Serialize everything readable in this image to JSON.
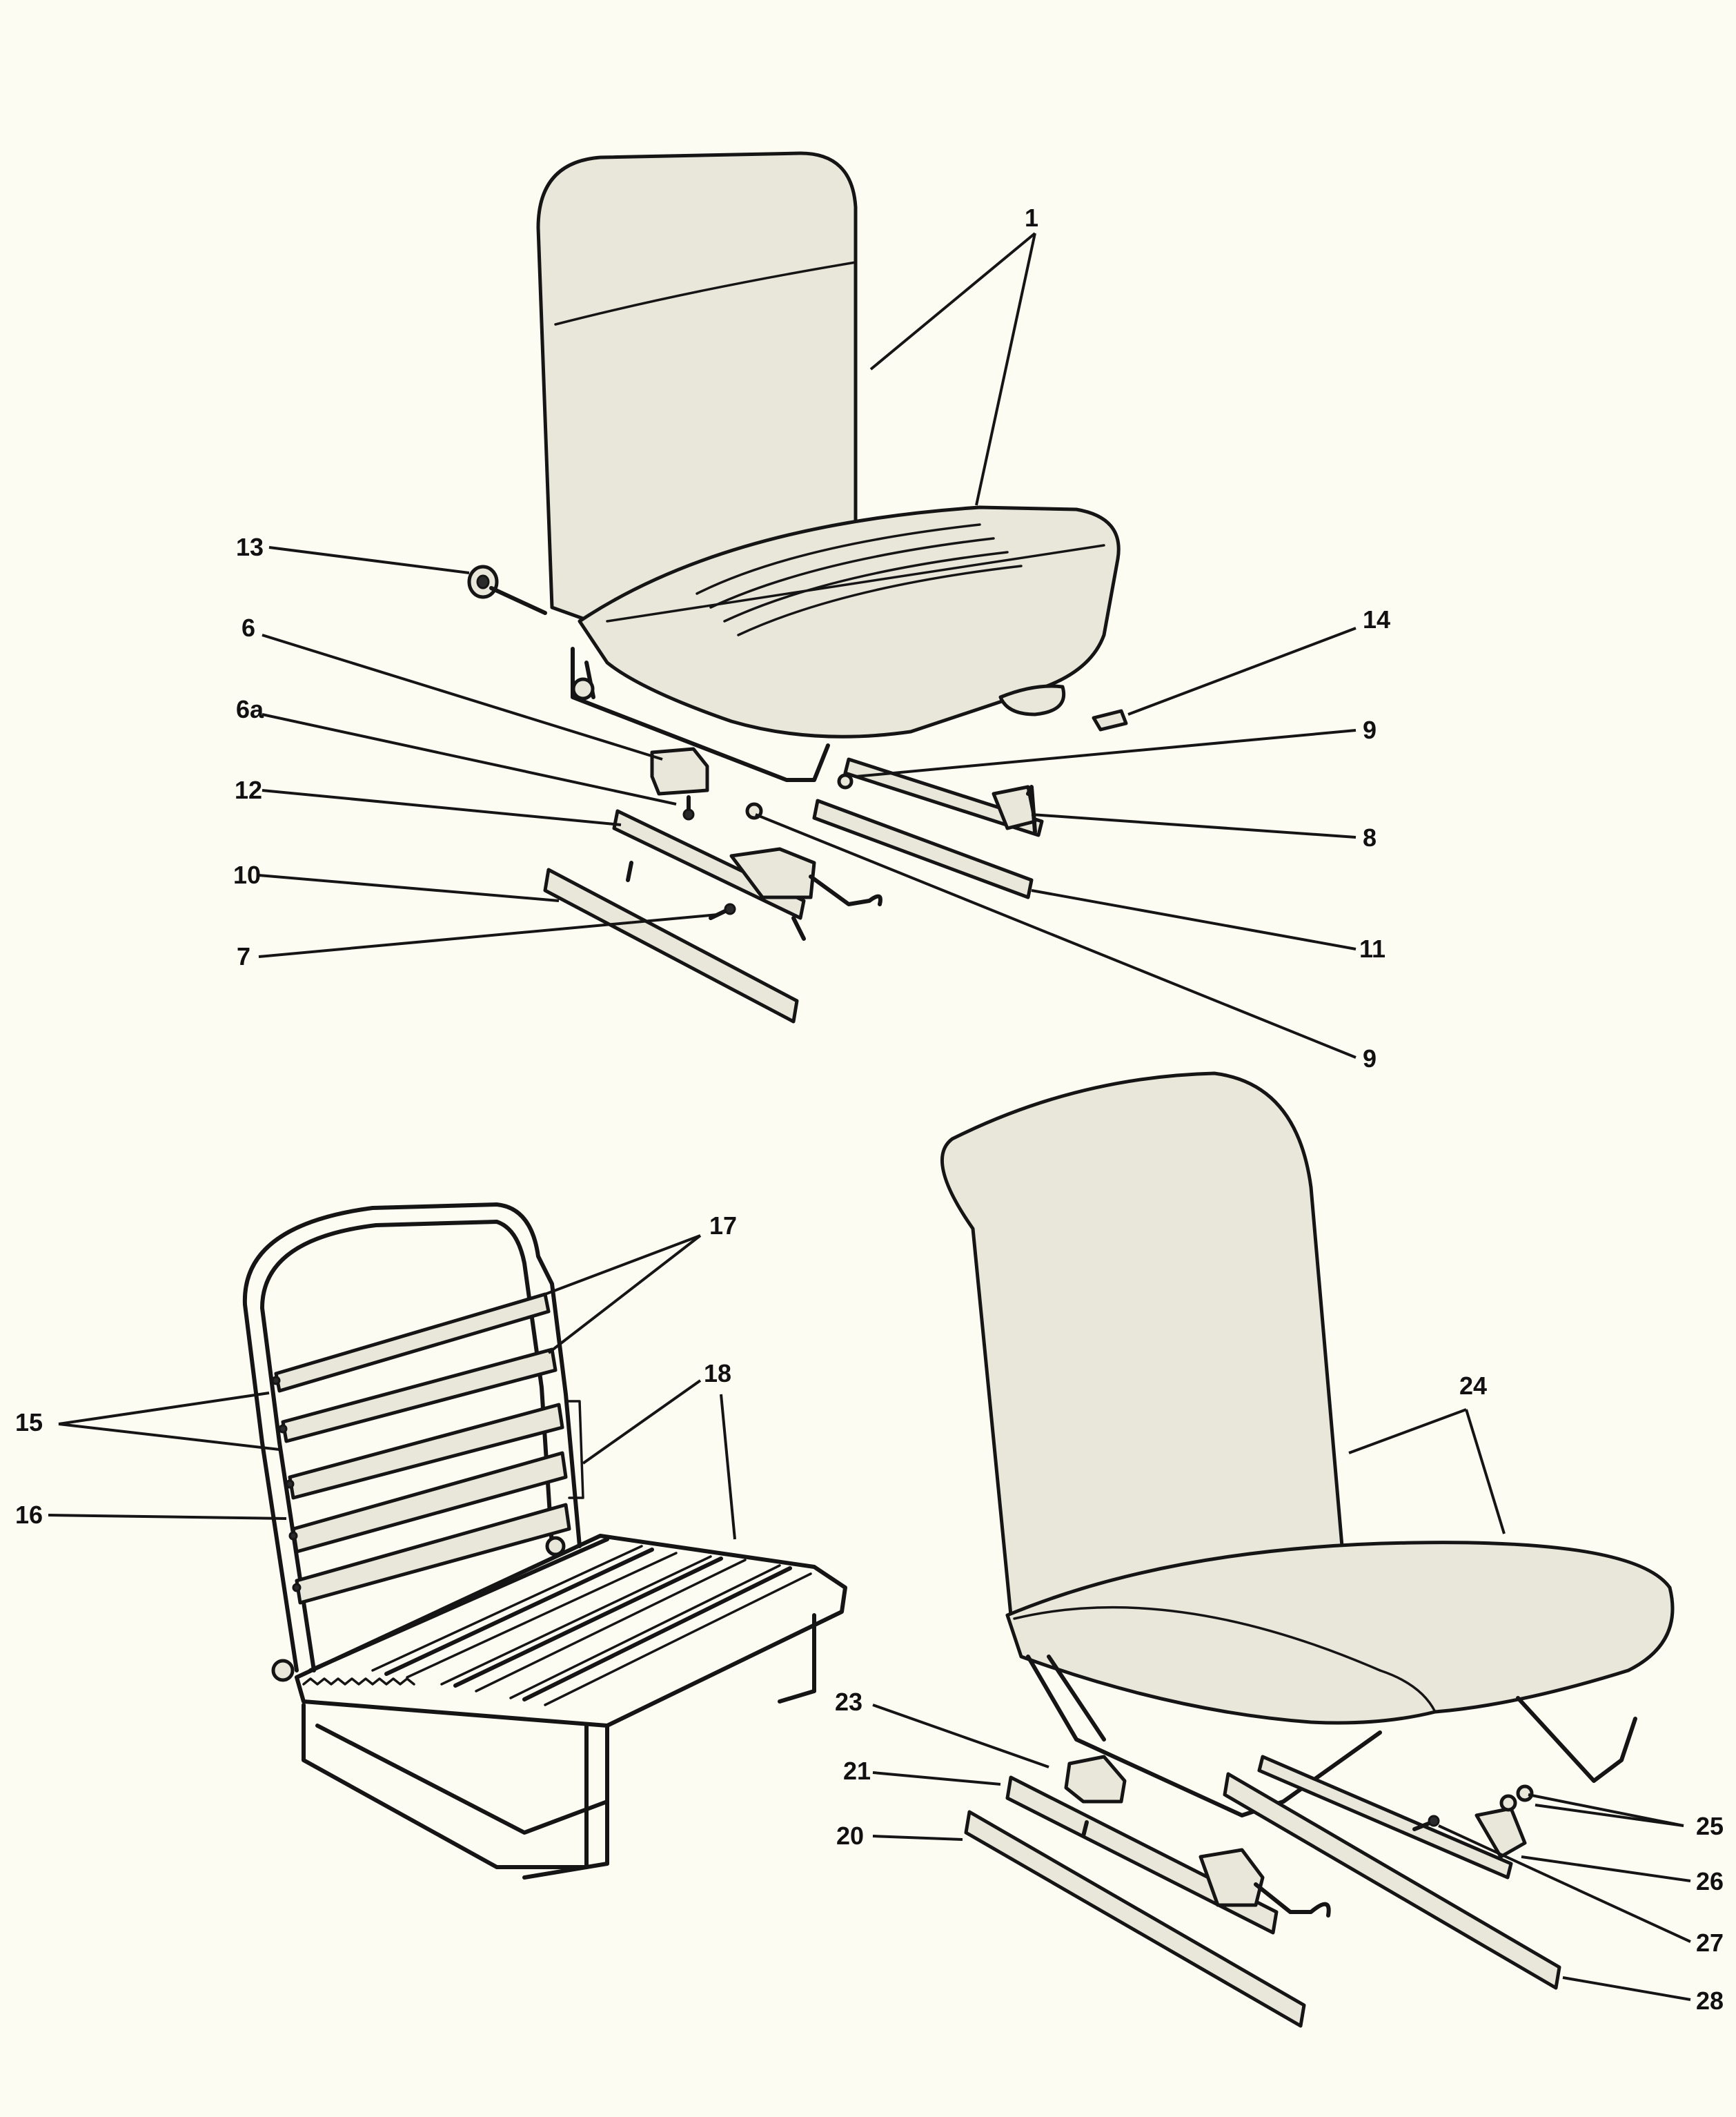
{
  "callouts": [
    {
      "id": "1",
      "text": "1"
    },
    {
      "id": "13",
      "text": "13"
    },
    {
      "id": "6",
      "text": "6"
    },
    {
      "id": "6a",
      "text": "6a"
    },
    {
      "id": "12",
      "text": "12"
    },
    {
      "id": "10",
      "text": "10"
    },
    {
      "id": "7",
      "text": "7"
    },
    {
      "id": "14",
      "text": "14"
    },
    {
      "id": "9a",
      "text": "9"
    },
    {
      "id": "8",
      "text": "8"
    },
    {
      "id": "11",
      "text": "11"
    },
    {
      "id": "9b",
      "text": "9"
    },
    {
      "id": "17",
      "text": "17"
    },
    {
      "id": "18",
      "text": "18"
    },
    {
      "id": "15",
      "text": "15"
    },
    {
      "id": "16",
      "text": "16"
    },
    {
      "id": "24",
      "text": "24"
    },
    {
      "id": "23",
      "text": "23"
    },
    {
      "id": "21",
      "text": "21"
    },
    {
      "id": "20",
      "text": "20"
    },
    {
      "id": "25",
      "text": "25"
    },
    {
      "id": "26",
      "text": "26"
    },
    {
      "id": "27",
      "text": "27"
    },
    {
      "id": "28",
      "text": "28"
    }
  ],
  "colors": {
    "paper": "#fdfcf3",
    "ink": "#151515",
    "fabric": "#e9e6da"
  }
}
